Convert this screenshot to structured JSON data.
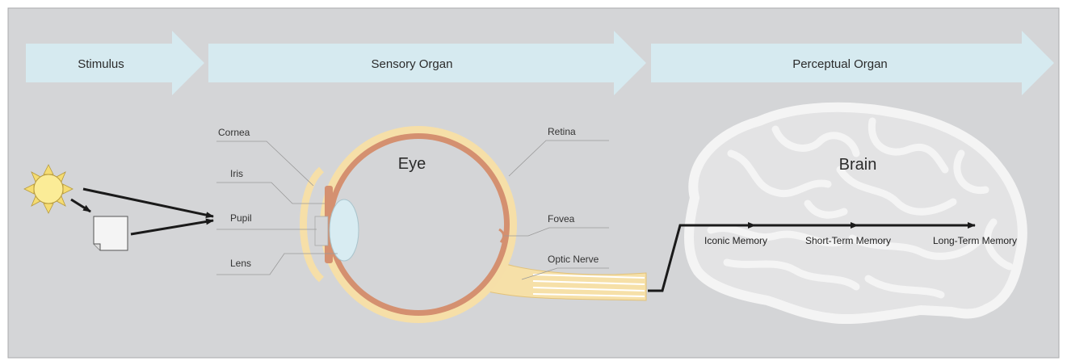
{
  "stages": [
    {
      "id": "stimulus",
      "label": "Stimulus"
    },
    {
      "id": "sensory",
      "label": "Sensory Organ"
    },
    {
      "id": "perceptual",
      "label": "Perceptual Organ"
    }
  ],
  "eye": {
    "title": "Eye",
    "left_labels": [
      "Cornea",
      "Iris",
      "Pupil",
      "Lens"
    ],
    "right_labels": [
      "Retina",
      "Fovea",
      "Optic Nerve"
    ]
  },
  "brain": {
    "title": "Brain",
    "memories": [
      "Iconic Memory",
      "Short-Term Memory",
      "Long-Term Memory"
    ]
  },
  "colors": {
    "background": "#d4d5d7",
    "stage_arrow": "#d6eaf0",
    "eye_outer": "#f6dfa8",
    "eye_middle": "#d49070",
    "lens": "#d8ecf2",
    "optic_nerve": "#f6e0a8",
    "brain": "#f2f2f2",
    "flow_arrow": "#1a1a1a"
  }
}
